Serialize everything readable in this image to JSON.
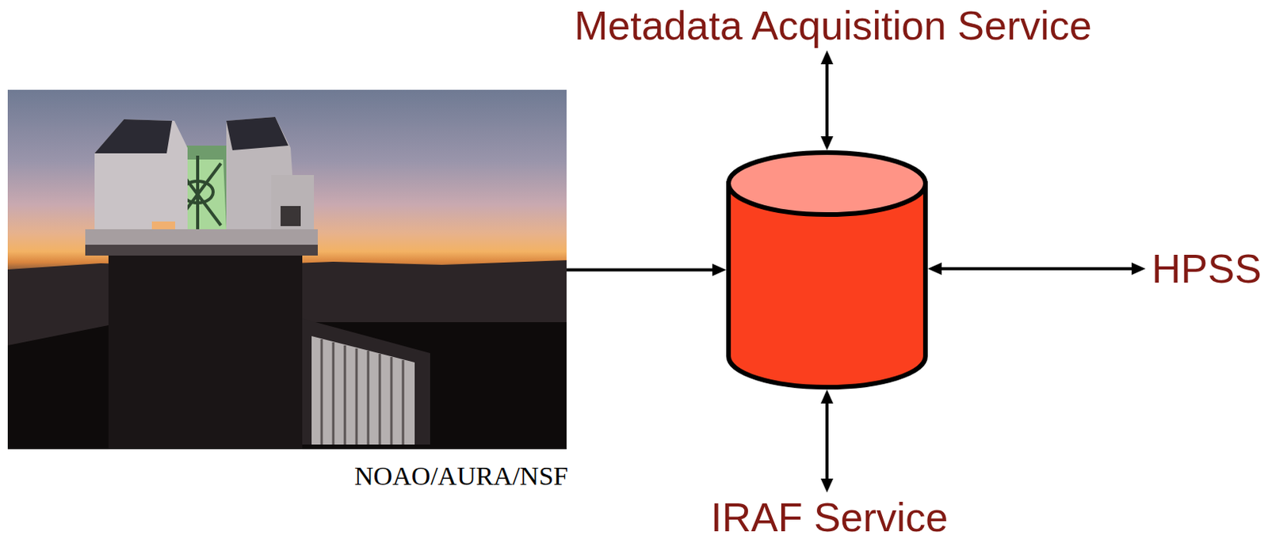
{
  "diagram": {
    "nodes": [
      {
        "text": [
          "Metadata Acquisition Service"
        ]
      },
      {
        "text": [
          "NOAO/AURA/NSF"
        ]
      },
      {
        "text": []
      },
      {
        "text": [
          "HPSS"
        ]
      },
      {
        "text": [
          "IRAF Service"
        ]
      }
    ],
    "edges": [
      {
        "from": 1,
        "to": 2,
        "arrow": "to"
      },
      {
        "from": 0,
        "to": 2,
        "arrow": "both"
      },
      {
        "from": 2,
        "to": 3,
        "arrow": "both"
      },
      {
        "from": 2,
        "to": 4,
        "arrow": "both"
      }
    ]
  }
}
